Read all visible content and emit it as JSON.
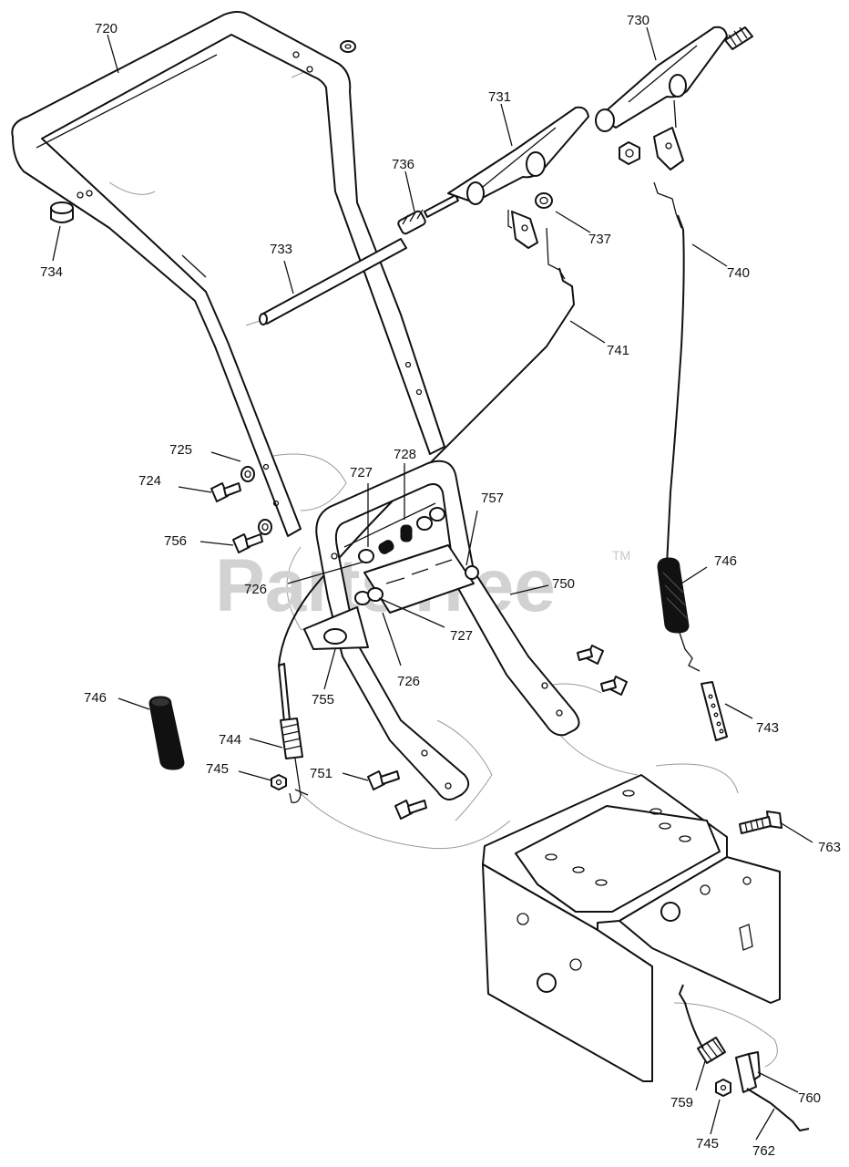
{
  "watermark": {
    "text": "PartsTree",
    "tm": "TM"
  },
  "labels": [
    {
      "id": "l720",
      "text": "720"
    },
    {
      "id": "l730",
      "text": "730"
    },
    {
      "id": "l731",
      "text": "731"
    },
    {
      "id": "l736",
      "text": "736"
    },
    {
      "id": "l737",
      "text": "737"
    },
    {
      "id": "l733",
      "text": "733"
    },
    {
      "id": "l734",
      "text": "734"
    },
    {
      "id": "l740",
      "text": "740"
    },
    {
      "id": "l741",
      "text": "741"
    },
    {
      "id": "l725",
      "text": "725"
    },
    {
      "id": "l728",
      "text": "728"
    },
    {
      "id": "l727a",
      "text": "727"
    },
    {
      "id": "l757",
      "text": "757"
    },
    {
      "id": "l724",
      "text": "724"
    },
    {
      "id": "l756",
      "text": "756"
    },
    {
      "id": "l746a",
      "text": "746"
    },
    {
      "id": "l750",
      "text": "750"
    },
    {
      "id": "l726a",
      "text": "726"
    },
    {
      "id": "l727b",
      "text": "727"
    },
    {
      "id": "l726b",
      "text": "726"
    },
    {
      "id": "l755",
      "text": "755"
    },
    {
      "id": "l746b",
      "text": "746"
    },
    {
      "id": "l743",
      "text": "743"
    },
    {
      "id": "l744",
      "text": "744"
    },
    {
      "id": "l745a",
      "text": "745"
    },
    {
      "id": "l751",
      "text": "751"
    },
    {
      "id": "l763",
      "text": "763"
    },
    {
      "id": "l759",
      "text": "759"
    },
    {
      "id": "l760",
      "text": "760"
    },
    {
      "id": "l745b",
      "text": "745"
    },
    {
      "id": "l762",
      "text": "762"
    }
  ]
}
